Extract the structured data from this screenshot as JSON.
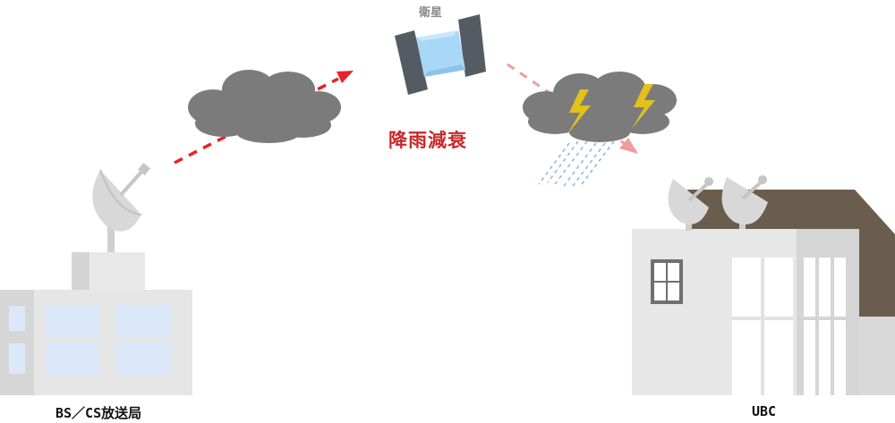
{
  "labels": {
    "satellite": "衛星",
    "attenuation": "降雨減衰",
    "station": "BS／CS放送局",
    "receiver": "UBC"
  },
  "colors": {
    "uplink": "#e8222a",
    "downlink": "#f29b9b",
    "cloud": "#7b7b7b",
    "lightning": "#e3c01a",
    "rain": "#8fb8e3",
    "satellite_panel": "#555b63",
    "satellite_body": "#a9d7f7",
    "building": "#e6e6e6",
    "window": "#dbe8fa",
    "roof": "#6b5d4d"
  },
  "icons": [
    "satellite-icon",
    "cloud-icon",
    "storm-cloud-icon",
    "lightning-icon",
    "rain-icon",
    "dish-antenna-icon",
    "building-icon"
  ]
}
